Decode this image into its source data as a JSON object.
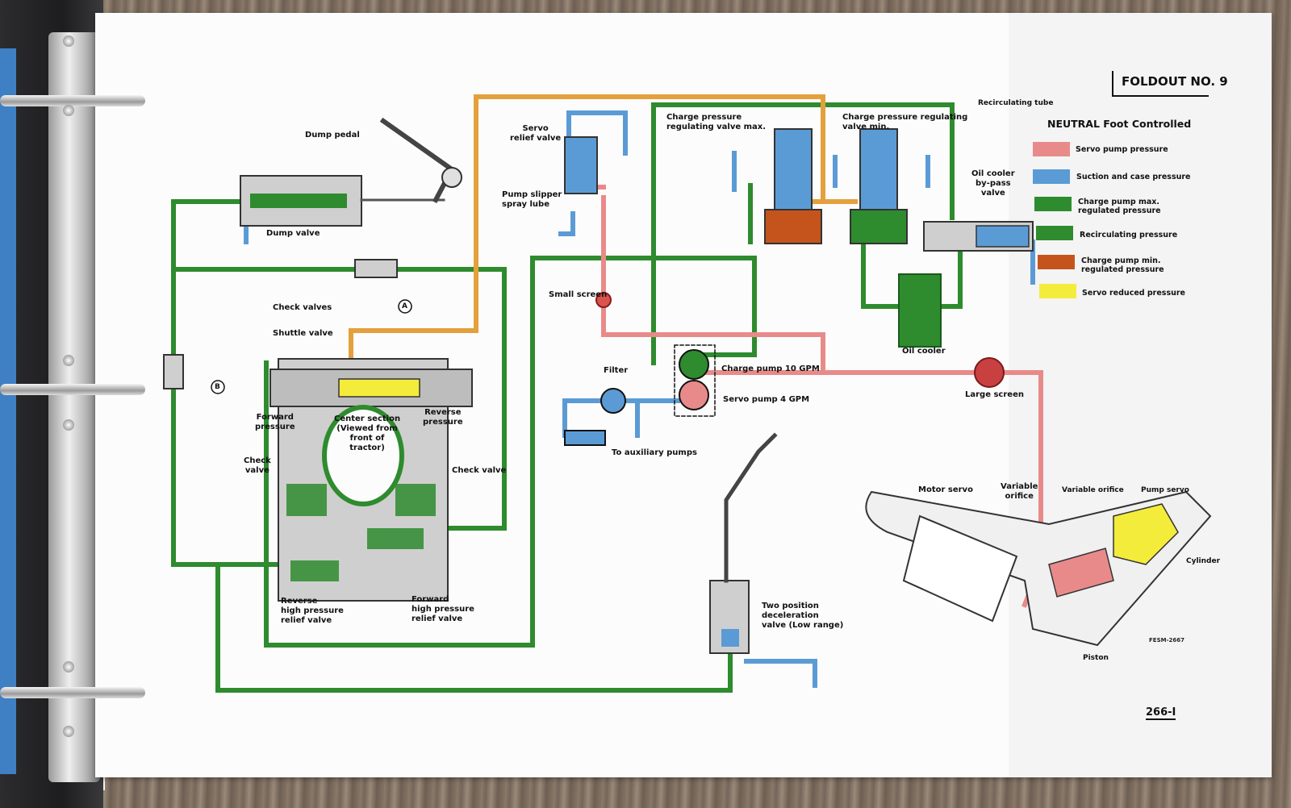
{
  "header": {
    "foldout": "FOLDOUT NO. 9",
    "page_number": "266-I",
    "figure_code": "FESM-2667"
  },
  "legend": {
    "title": "NEUTRAL  Foot Controlled",
    "items": [
      {
        "label": "Servo pump pressure",
        "color": "#e98a8a"
      },
      {
        "label": "Suction and case pressure",
        "color": "#5b9bd5"
      },
      {
        "label": "Charge pump max.\nregulated pressure",
        "color": "#2e8b2e"
      },
      {
        "label": "Recirculating pressure",
        "color": "#2e8b2e"
      },
      {
        "label": "Charge pump min.\nregulated pressure",
        "color": "#c4541c"
      },
      {
        "label": "Servo reduced pressure",
        "color": "#f4ec3a"
      }
    ]
  },
  "colors": {
    "green": "#2e8b2e",
    "orange": "#e3a03c",
    "pink": "#e98a8a",
    "blue": "#5b9bd5",
    "yellow": "#f4ec3a",
    "rust": "#c4541c"
  },
  "labels": {
    "dump_pedal": "Dump pedal",
    "dump_valve": "Dump valve",
    "check_valves": "Check valves",
    "marker_a": "A",
    "marker_b": "B",
    "shuttle_valve": "Shuttle valve",
    "forward_pressure": "Forward\npressure",
    "reverse_pressure": "Reverse\npressure",
    "center_section": "Center section\n(Viewed from\nfront of\ntractor)",
    "check_valve_left": "Check\nvalve",
    "check_valve_right": "Check valve",
    "reverse_relief": "Reverse\nhigh pressure\nrelief valve",
    "forward_relief": "Forward\nhigh pressure\nrelief valve",
    "servo_relief_valve": "Servo\nrelief valve",
    "pump_slipper": "Pump slipper\nspray lube",
    "small_screen": "Small screen",
    "filter": "Filter",
    "to_aux_pumps": "To auxiliary pumps",
    "charge_pump": "Charge pump 10 GPM",
    "servo_pump": "Servo pump 4 GPM",
    "charge_reg_max": "Charge pressure\nregulating valve max.",
    "charge_reg_min": "Charge pressure regulating\nvalve min.",
    "recirc_tube": "Recirculating tube",
    "oil_cooler_bypass": "Oil cooler\nby-pass\nvalve",
    "oil_cooler": "Oil cooler",
    "large_screen": "Large screen",
    "motor_servo": "Motor servo",
    "variable_orifice_left": "Variable\norifice",
    "variable_orifice_right": "Variable orifice",
    "pump_servo": "Pump servo",
    "cylinder": "Cylinder",
    "piston": "Piston",
    "two_position_valve": "Two position\ndeceleration\nvalve (Low range)"
  }
}
